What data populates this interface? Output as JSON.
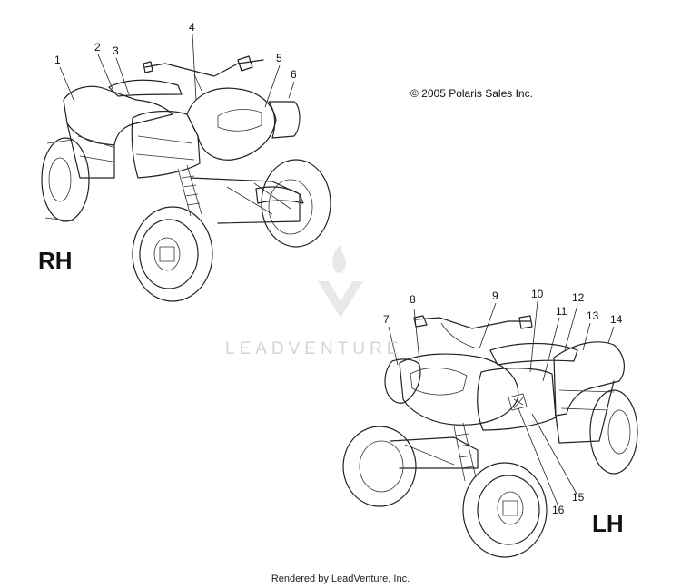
{
  "copyright": "© 2005 Polaris Sales Inc.",
  "footer": "Rendered by LeadVenture, Inc.",
  "watermark": "LEADVENTURE",
  "views": {
    "rh": {
      "label": "RH"
    },
    "lh": {
      "label": "LH"
    }
  },
  "callouts": [
    "1",
    "2",
    "3",
    "4",
    "5",
    "6",
    "7",
    "8",
    "9",
    "10",
    "11",
    "12",
    "13",
    "14",
    "15",
    "16"
  ]
}
